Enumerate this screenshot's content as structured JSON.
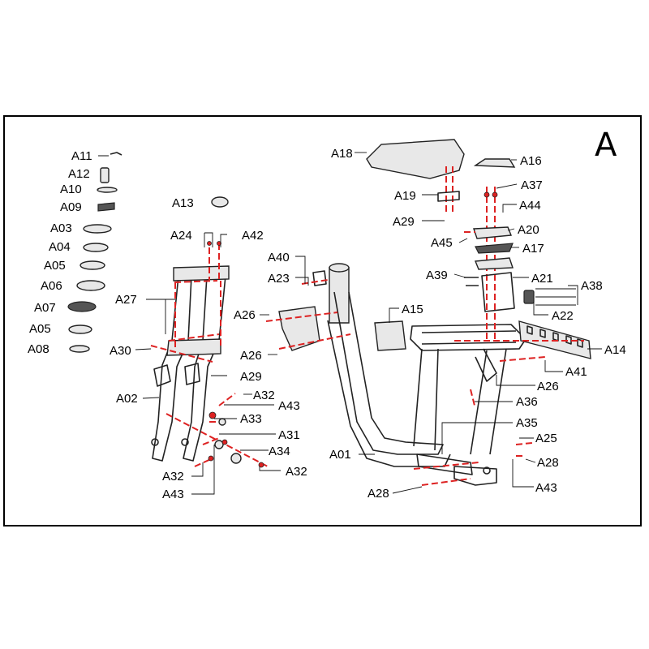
{
  "section_letter": "A",
  "labels": {
    "A01": "A01",
    "A02": "A02",
    "A03": "A03",
    "A04": "A04",
    "A05": "A05",
    "A06": "A06",
    "A07": "A07",
    "A08": "A08",
    "A09": "A09",
    "A10": "A10",
    "A11": "A11",
    "A12": "A12",
    "A13": "A13",
    "A14": "A14",
    "A15": "A15",
    "A16": "A16",
    "A17": "A17",
    "A18": "A18",
    "A19": "A19",
    "A20": "A20",
    "A21": "A21",
    "A22": "A22",
    "A23": "A23",
    "A24": "A24",
    "A25": "A25",
    "A26": "A26",
    "A27": "A27",
    "A28": "A28",
    "A29": "A29",
    "A30": "A30",
    "A31": "A31",
    "A32": "A32",
    "A33": "A33",
    "A34": "A34",
    "A35": "A35",
    "A36": "A36",
    "A37": "A37",
    "A38": "A38",
    "A39": "A39",
    "A40": "A40",
    "A41": "A41",
    "A42": "A42",
    "A43": "A43",
    "A44": "A44",
    "A45": "A45"
  }
}
